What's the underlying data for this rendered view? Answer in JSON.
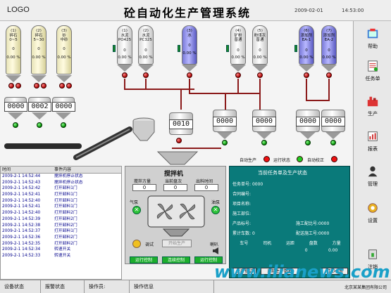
{
  "header": {
    "logo": "LOGO",
    "title": "砼自动化生产管理系统",
    "date": "2009-02-01",
    "time": "14:53:00"
  },
  "sidebar": [
    {
      "label": "帮助",
      "icon": "help-icon"
    },
    {
      "label": "任务单",
      "icon": "task-list-icon"
    },
    {
      "label": "生产",
      "icon": "production-icon"
    },
    {
      "label": "报表",
      "icon": "report-icon"
    },
    {
      "label": "管理",
      "icon": "manage-icon"
    },
    {
      "label": "设置",
      "icon": "settings-icon"
    },
    {
      "label": "注销",
      "icon": "logout-icon"
    }
  ],
  "aggregates": [
    {
      "no": "(1)",
      "name": "碎石",
      "spec": "0~5"
    },
    {
      "no": "(2)",
      "name": "碎石",
      "spec": "5~30"
    },
    {
      "no": "(3)",
      "name": "砂",
      "spec": "中砂"
    }
  ],
  "aggregate_values": [
    "0",
    "0",
    "0"
  ],
  "aggregate_percent": [
    "0.00 %",
    "0.00 %",
    "0.00 %"
  ],
  "powders": [
    {
      "no": "(1)",
      "name": "水泥",
      "spec": "PO425"
    },
    {
      "no": "(2)",
      "name": "水泥",
      "spec": "PC325"
    },
    {
      "no": "(3)",
      "name": "水",
      "spec": ""
    },
    {
      "no": "(4)",
      "name": "矿粉",
      "spec": "普通"
    },
    {
      "no": "(5)",
      "name": "粉煤灰",
      "spec": "普通"
    }
  ],
  "additives": [
    {
      "no": "(6)",
      "name": "添加剂",
      "spec": "EA-1"
    },
    {
      "no": "(7)",
      "name": "添加剂",
      "spec": "EA-2"
    }
  ],
  "powder_values": [
    "0",
    "0",
    "0",
    "0",
    "0"
  ],
  "additive_values": [
    "0",
    "0"
  ],
  "powder_percent": [
    "0.00 %",
    "0.00 %",
    "0.00 %",
    "0.00 %",
    "0.00 %",
    "0.00 %",
    "0.00 %"
  ],
  "aggregate_scales": [
    "0000",
    "0002",
    "0000"
  ],
  "cement_scale": "0010",
  "scales": [
    "0000",
    "0000",
    "0000",
    "0000",
    "0000"
  ],
  "status_lights": [
    "自动生产",
    "运行状态",
    "自动校正"
  ],
  "mixer": {
    "title": "搅拌机",
    "label_volume": "搅拌方量",
    "label_current": "当前盘次",
    "label_time": "出料时间",
    "volume": "0",
    "current": "0",
    "time": "0",
    "left_label": "气泵",
    "right_label": "油泵",
    "btn_label": "调试",
    "btn_state": "开始生产",
    "horn_label": "喇叭",
    "btn1": "运行控制",
    "btn2": "连续控制",
    "btn3": "运行控制"
  },
  "log": {
    "headers": [
      "时间",
      "事件内容"
    ],
    "rows": [
      [
        "2009-2-1 14:52:44",
        "搅拌机停止状态"
      ],
      [
        "2009-2-1 14:52:43",
        "搅拌机停止状态"
      ],
      [
        "2009-2-1 14:52:42",
        "打开卸料1门"
      ],
      [
        "2009-2-1 14:52:41",
        "打开卸料1门"
      ],
      [
        "2009-2-1 14:52:40",
        "打开卸料1门"
      ],
      [
        "2009-2-1 14:52:41",
        "打开卸料1门"
      ],
      [
        "2009-2-1 14:52:40",
        "打开卸料2门"
      ],
      [
        "2009-2-1 14:52:39",
        "打开卸料2门"
      ],
      [
        "2009-2-1 14:52:38",
        "打开卸料2门"
      ],
      [
        "2009-2-1 14:52:37",
        "打开卸料1门"
      ],
      [
        "2009-2-1 14:52:36",
        "打开卸料2门"
      ],
      [
        "2009-2-1 14:52:35",
        "打开卸料2门"
      ],
      [
        "2009-2-1 14:52:34",
        "转速开关"
      ],
      [
        "2009-2-1 14:52:33",
        "转速开关"
      ]
    ]
  },
  "task": {
    "title": "当前任务单及生产状态",
    "rows": [
      {
        "label": "任务单号:",
        "value": "0000"
      },
      {
        "label": "合同编号:",
        "value": ""
      },
      {
        "label": "项目名称:",
        "value": ""
      },
      {
        "label": "施工部位:",
        "value": ""
      },
      {
        "label": "产品标号:",
        "value": ""
      },
      {
        "label": "累计车数:",
        "value": "0"
      }
    ],
    "right1_label": "施工配比号:",
    "right1_value": "0000",
    "right2_label": "配送施工号:",
    "right2_value": "0000",
    "table_headers": [
      "车号",
      "司机",
      "运距",
      "盘数",
      "方量"
    ],
    "table_values": [
      "",
      "",
      "",
      "0",
      "0.00"
    ],
    "buttons": [
      "生产登记",
      "当前生产数据",
      "打印小票"
    ]
  },
  "status_bar": [
    "设备状态",
    "报警状态",
    "操作员:",
    "操作信息"
  ],
  "watermark": "www.ilianews.com",
  "watermark_company": "北京某某集团有限公司"
}
